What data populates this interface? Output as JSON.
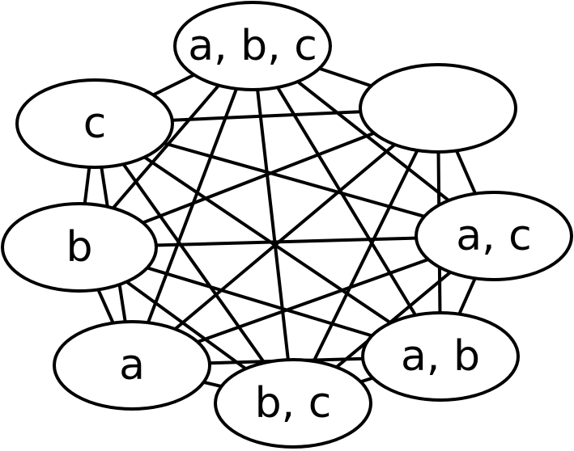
{
  "graph": {
    "nodes": [
      {
        "id": "top",
        "label": "a, b, c"
      },
      {
        "id": "top-right",
        "label": ""
      },
      {
        "id": "c",
        "label": "c"
      },
      {
        "id": "b",
        "label": "b"
      },
      {
        "id": "ac",
        "label": "a, c"
      },
      {
        "id": "a",
        "label": "a"
      },
      {
        "id": "ab",
        "label": "a, b"
      },
      {
        "id": "bc",
        "label": "b, c"
      }
    ],
    "edges": "all-pairs",
    "colors": {
      "stroke": "#000000",
      "fill": "#ffffff",
      "background": "#ffffff"
    }
  }
}
